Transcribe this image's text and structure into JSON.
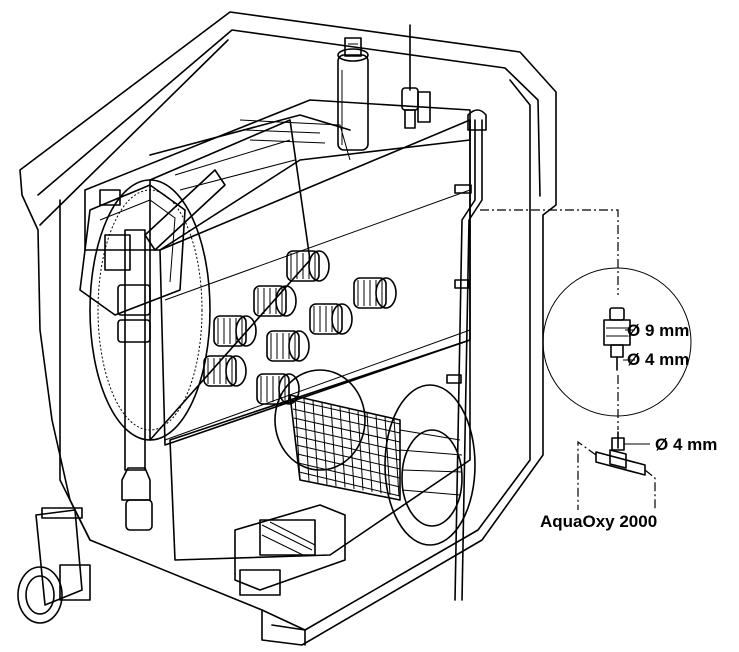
{
  "labels": {
    "outlet_9mm": "Ø 9 mm",
    "outlet_4mm": "Ø 4 mm",
    "tee_4mm": "Ø 4 mm",
    "pump_name": "AquaOxy 2000"
  },
  "colors": {
    "line": "#000000",
    "fill": "#ffffff",
    "shade": "#d9d9d9"
  }
}
